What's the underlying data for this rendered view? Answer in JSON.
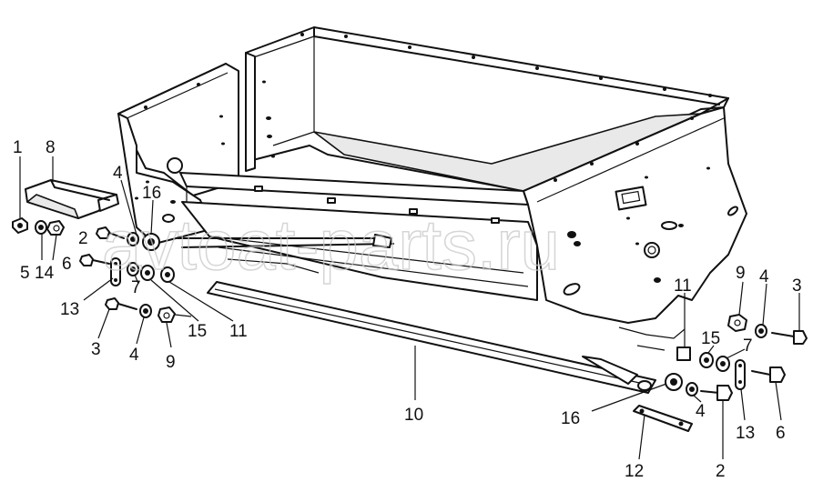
{
  "watermark": "avtoat-parts.ru",
  "callouts": [
    {
      "id": "c1",
      "text": "1"
    },
    {
      "id": "c8",
      "text": "8"
    },
    {
      "id": "c4a",
      "text": "4"
    },
    {
      "id": "c16a",
      "text": "16"
    },
    {
      "id": "c2a",
      "text": "2"
    },
    {
      "id": "c6a",
      "text": "6"
    },
    {
      "id": "c5",
      "text": "5"
    },
    {
      "id": "c14",
      "text": "14"
    },
    {
      "id": "c7a",
      "text": "7"
    },
    {
      "id": "c13a",
      "text": "13"
    },
    {
      "id": "c15a",
      "text": "15"
    },
    {
      "id": "c11a",
      "text": "11"
    },
    {
      "id": "c3a",
      "text": "3"
    },
    {
      "id": "c4b",
      "text": "4"
    },
    {
      "id": "c9a",
      "text": "9"
    },
    {
      "id": "c10",
      "text": "10"
    },
    {
      "id": "c11b",
      "text": "11"
    },
    {
      "id": "c9b",
      "text": "9"
    },
    {
      "id": "c4c",
      "text": "4"
    },
    {
      "id": "c3b",
      "text": "3"
    },
    {
      "id": "c15b",
      "text": "15"
    },
    {
      "id": "c7b",
      "text": "7"
    },
    {
      "id": "c16b",
      "text": "16"
    },
    {
      "id": "c4d",
      "text": "4"
    },
    {
      "id": "c13b",
      "text": "13"
    },
    {
      "id": "c6b",
      "text": "6"
    },
    {
      "id": "c12",
      "text": "12"
    },
    {
      "id": "c2b",
      "text": "2"
    }
  ]
}
